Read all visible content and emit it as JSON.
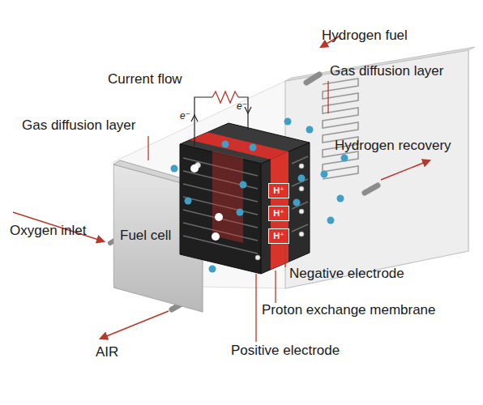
{
  "diagram": {
    "nodes": [
      {
        "text": [
          "Fuel cell"
        ]
      },
      {
        "text": [
          "H⁺"
        ]
      },
      {
        "text": [
          "H⁺"
        ]
      },
      {
        "text": [
          "H⁺"
        ]
      }
    ],
    "labels": [
      "Hydrogen fuel",
      "Gas diffusion layer",
      "Current flow",
      "Gas diffusion layer",
      "e⁻",
      "e⁻",
      "Hydrogen recovery",
      "Oxygen inlet",
      "Negative electrode",
      "Proton exchange membrane",
      "AIR",
      "Positive electrode"
    ]
  }
}
